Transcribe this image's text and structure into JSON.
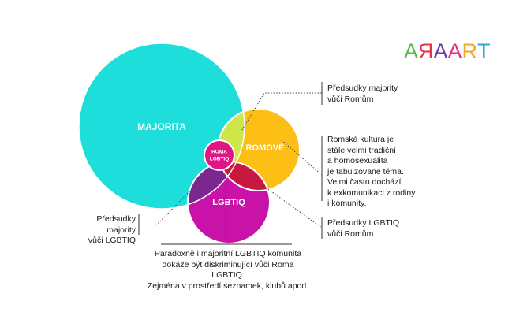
{
  "logo": {
    "letters": [
      {
        "char": "A",
        "color": "#59b947",
        "mirrored": false
      },
      {
        "char": "R",
        "color": "#e8324a",
        "mirrored": true
      },
      {
        "char": "A",
        "color": "#6c3aa0",
        "mirrored": false
      },
      {
        "char": "A",
        "color": "#e52d7e",
        "mirrored": false
      },
      {
        "char": "R",
        "color": "#f3a623",
        "mirrored": false
      },
      {
        "char": "T",
        "color": "#2fa6dd",
        "mirrored": false
      }
    ]
  },
  "circles": {
    "majorita": {
      "label": "MAJORITA",
      "color": "#1ddedb"
    },
    "romove": {
      "label": "ROMOVÉ",
      "color": "#fdbe16"
    },
    "lgbtiq": {
      "label": "LGBTIQ",
      "color": "#c912a7"
    },
    "roma_lgbtiq": {
      "label_line1": "ROMA",
      "label_line2": "LGBTIQ",
      "color": "#e01486"
    },
    "overlap_majorita_romove": "#d0e54a",
    "overlap_majorita_lgbtiq": "#7b2790",
    "overlap_romove_lgbtiq": "#c8183f"
  },
  "notes": {
    "top_right": {
      "line1": "Předsudky majority",
      "line2": "vůči Romům"
    },
    "middle_right": {
      "line1": "Romská kultura je",
      "line2": "stále velmi tradiční",
      "line3": "a homosexualita",
      "line4": "je tabuizované téma.",
      "line5": "Velmi často dochází",
      "line6": "k exkomunikaci z rodiny",
      "line7": "i komunity."
    },
    "bottom_right": {
      "line1": "Předsudky LGBTIQ",
      "line2": "vůči Romům"
    },
    "left": {
      "line1": "Předsudky majority",
      "line2": "vůči LGBTIQ"
    },
    "bottom": {
      "line1": "Paradoxně i majoritní LGBTIQ komunita",
      "line2": "dokáže být diskriminující vůči Roma LGBTIQ.",
      "line3": "Zejména v prostředí seznamek, klubů apod."
    }
  }
}
